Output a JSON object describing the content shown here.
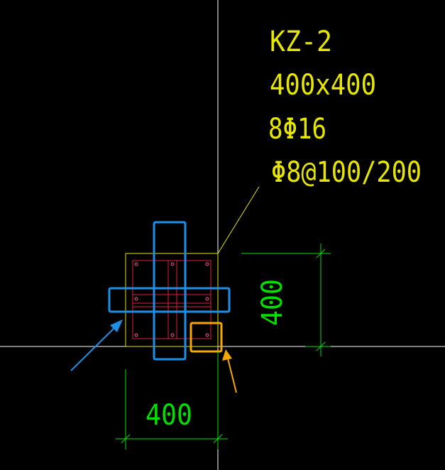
{
  "colors": {
    "background": "#000000",
    "annotation_text": "#e6e600",
    "column_outline": "#e6e600",
    "rebar": "#e0203a",
    "axis_lines": "#ffffff",
    "dimension": "#00e000",
    "highlight_blue": "#1e8fe6",
    "highlight_orange": "#f5a800",
    "arrow_blue": "#1e8fe6",
    "arrow_orange": "#f5a800"
  },
  "column_label": {
    "name": "KZ-2",
    "section": "400x400",
    "main_rebar": "8Φ16",
    "stirrup": "Φ8@100/200"
  },
  "dimensions": {
    "horizontal": "400",
    "vertical": "400"
  },
  "icons": {
    "blue_arrow": "arrow-icon",
    "orange_arrow": "arrow-icon"
  }
}
